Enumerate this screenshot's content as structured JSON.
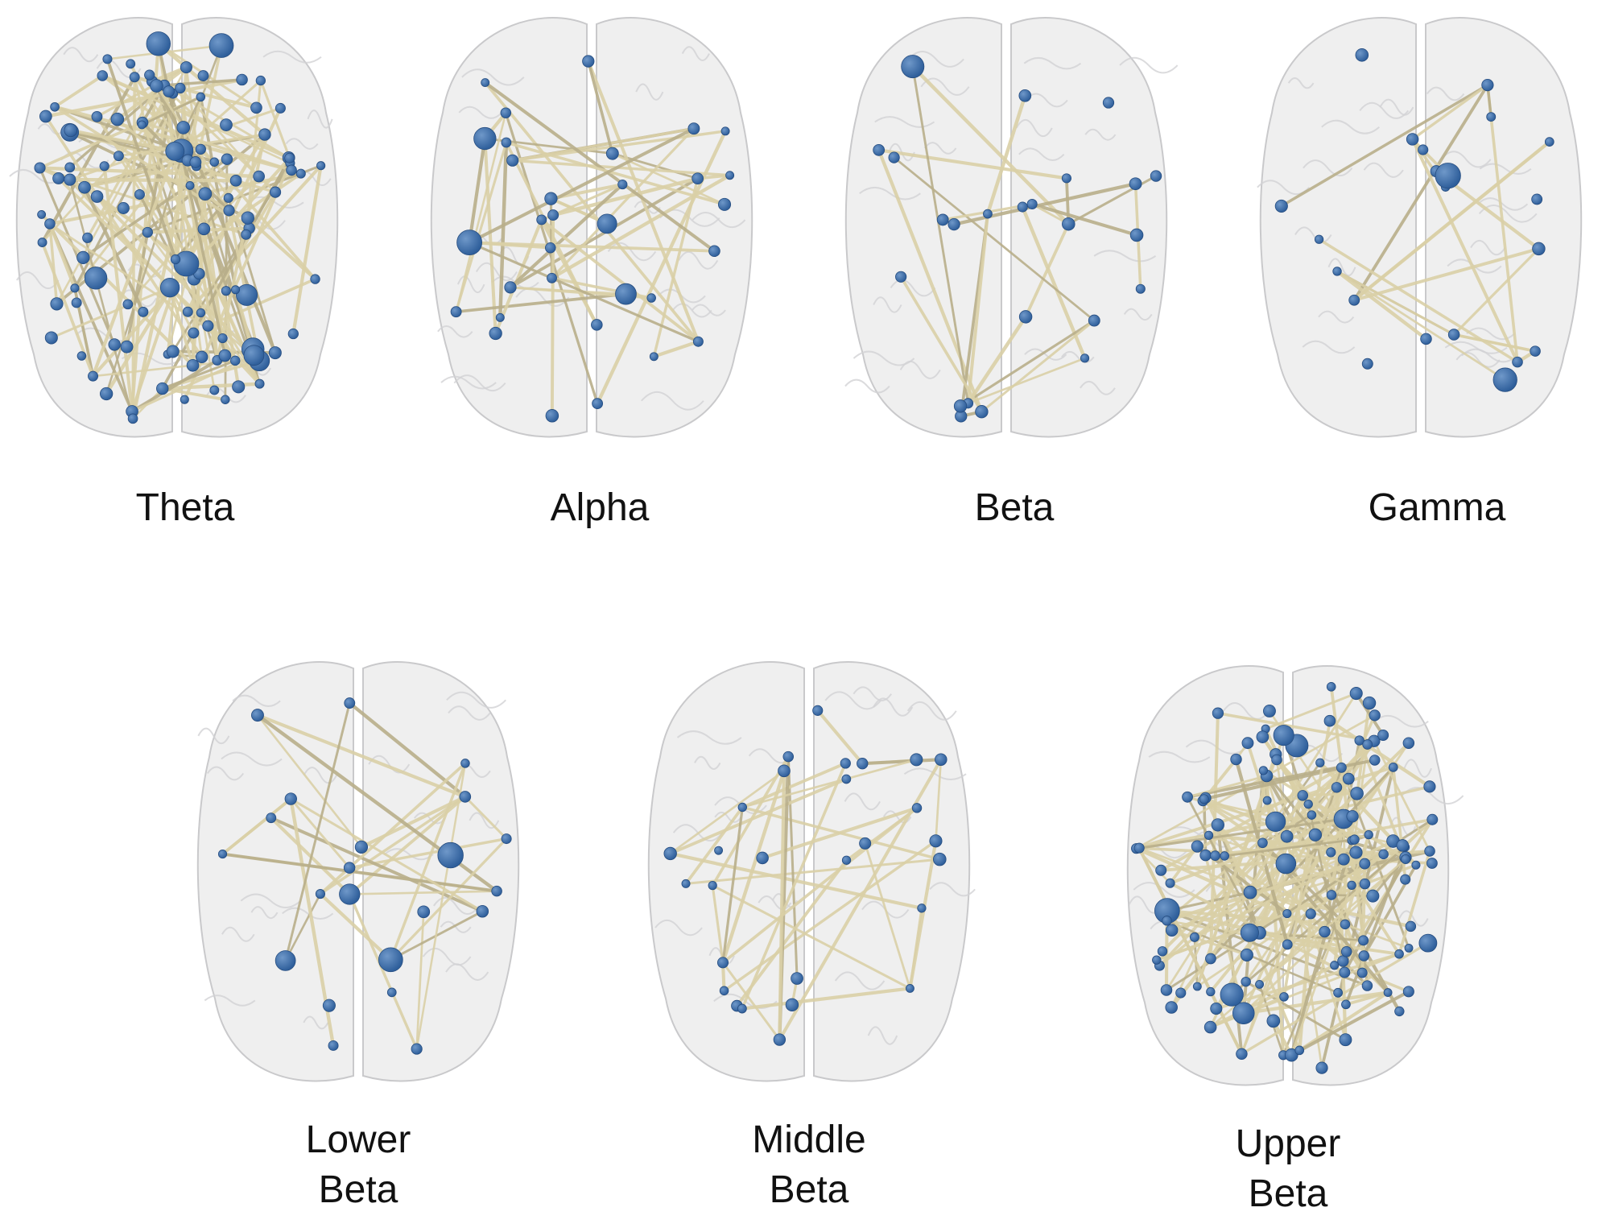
{
  "panels": [
    {
      "id": "theta",
      "lines": [
        "Theta"
      ],
      "nodes": 118,
      "edges": 170,
      "seed": 11
    },
    {
      "id": "alpha",
      "lines": [
        "Alpha"
      ],
      "nodes": 32,
      "edges": 48,
      "seed": 23
    },
    {
      "id": "beta",
      "lines": [
        "Beta"
      ],
      "nodes": 24,
      "edges": 24,
      "seed": 37
    },
    {
      "id": "gamma",
      "lines": [
        "Gamma"
      ],
      "nodes": 21,
      "edges": 22,
      "seed": 41
    },
    {
      "id": "lower-beta",
      "lines": [
        "Lower",
        "Beta"
      ],
      "nodes": 22,
      "edges": 30,
      "seed": 53
    },
    {
      "id": "middle-beta",
      "lines": [
        "Middle",
        "Beta"
      ],
      "nodes": 28,
      "edges": 36,
      "seed": 67
    },
    {
      "id": "upper-beta",
      "lines": [
        "Upper",
        "Beta"
      ],
      "nodes": 130,
      "edges": 180,
      "seed": 79
    }
  ],
  "colors": {
    "node": "#2f5f9b",
    "node_highlight": "#6f98c9",
    "edge": "#d9cfa6",
    "brain_fill": "#e9e9ea",
    "brain_stroke": "#c9c9cb"
  }
}
